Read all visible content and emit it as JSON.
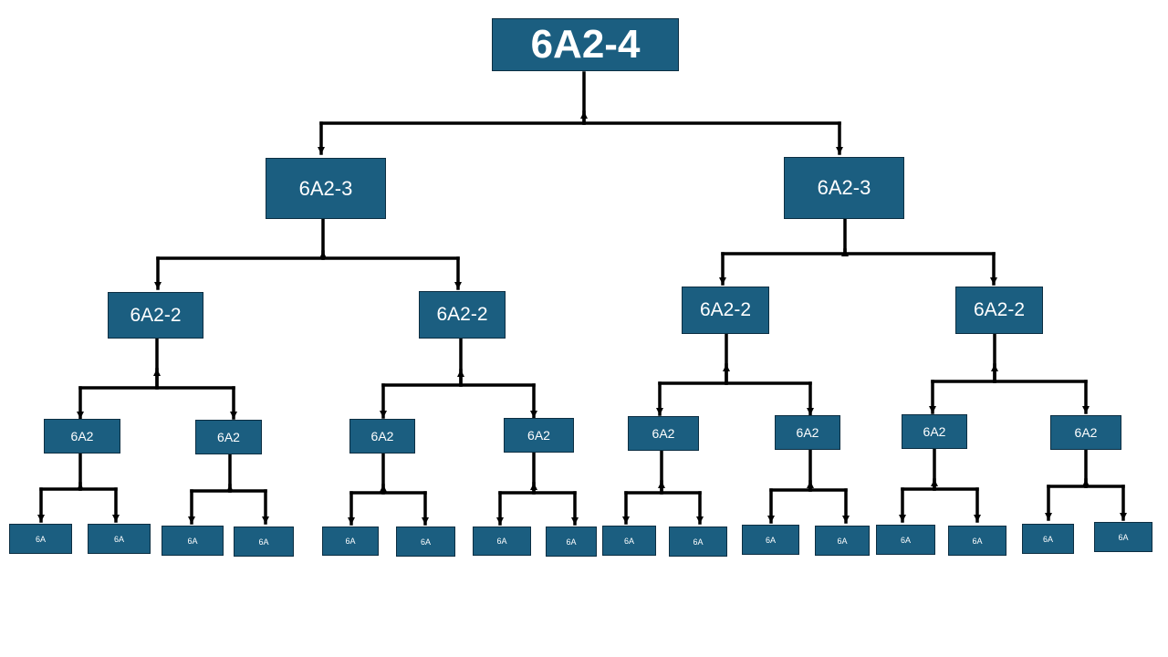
{
  "tree": {
    "root": {
      "label": "6A2-4"
    },
    "level1": [
      {
        "label": "6A2-3"
      },
      {
        "label": "6A2-3"
      }
    ],
    "level2": [
      {
        "label": "6A2-2"
      },
      {
        "label": "6A2-2"
      },
      {
        "label": "6A2-2"
      },
      {
        "label": "6A2-2"
      }
    ],
    "level3": [
      {
        "label": "6A2"
      },
      {
        "label": "6A2"
      },
      {
        "label": "6A2"
      },
      {
        "label": "6A2"
      },
      {
        "label": "6A2"
      },
      {
        "label": "6A2"
      },
      {
        "label": "6A2"
      },
      {
        "label": "6A2"
      }
    ],
    "level4": [
      {
        "label": "6A"
      },
      {
        "label": "6A"
      },
      {
        "label": "6A"
      },
      {
        "label": "6A"
      },
      {
        "label": "6A"
      },
      {
        "label": "6A"
      },
      {
        "label": "6A"
      },
      {
        "label": "6A"
      },
      {
        "label": "6A"
      },
      {
        "label": "6A"
      },
      {
        "label": "6A"
      },
      {
        "label": "6A"
      },
      {
        "label": "6A"
      },
      {
        "label": "6A"
      },
      {
        "label": "6A"
      },
      {
        "label": "6A"
      }
    ]
  },
  "colors": {
    "box_fill": "#1b5e80",
    "box_border": "#0c2e42",
    "connector": "#000000",
    "text": "#ffffff"
  }
}
